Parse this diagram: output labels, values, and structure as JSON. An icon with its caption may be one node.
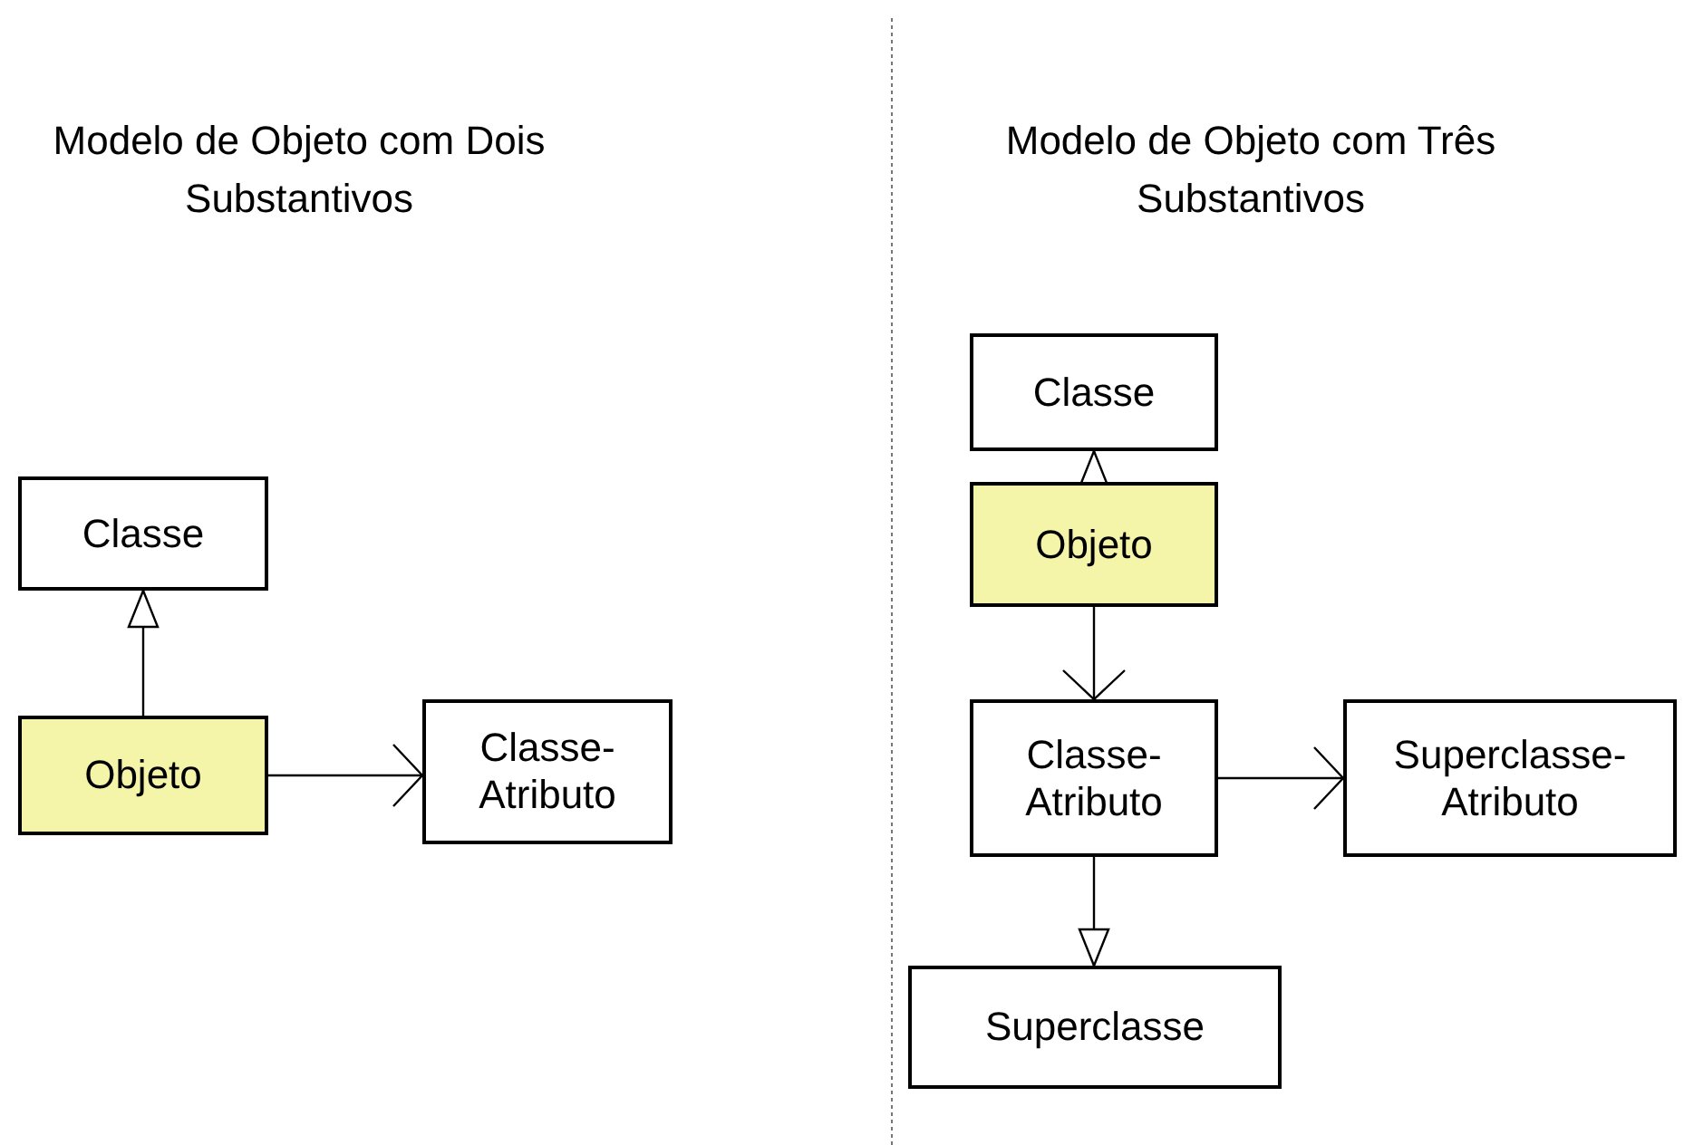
{
  "diagram": {
    "nodes": [
      {
        "text": [
          "Classe"
        ]
      },
      {
        "text": [
          "Objeto"
        ]
      },
      {
        "text": [
          "Classe- Atributo"
        ]
      },
      {
        "text": [
          "Classe"
        ]
      },
      {
        "text": [
          "Objeto"
        ]
      },
      {
        "text": [
          "Classe- Atributo"
        ]
      },
      {
        "text": [
          "Superclasse- Atributo"
        ]
      },
      {
        "text": [
          "Superclasse"
        ]
      }
    ],
    "edges": [
      {
        "from": 1,
        "to": 0,
        "arrow": "to"
      },
      {
        "from": 1,
        "to": 2,
        "arrow": "to"
      },
      {
        "from": 4,
        "to": 3,
        "arrow": "to"
      },
      {
        "from": 4,
        "to": 5,
        "arrow": "to"
      },
      {
        "from": 5,
        "to": 6,
        "arrow": "to"
      },
      {
        "from": 5,
        "to": 7,
        "arrow": "to"
      }
    ],
    "labels": [
      "Modelo de Objeto com Dois Substantivos",
      "Modelo de Objeto com Três Substantivos"
    ]
  }
}
